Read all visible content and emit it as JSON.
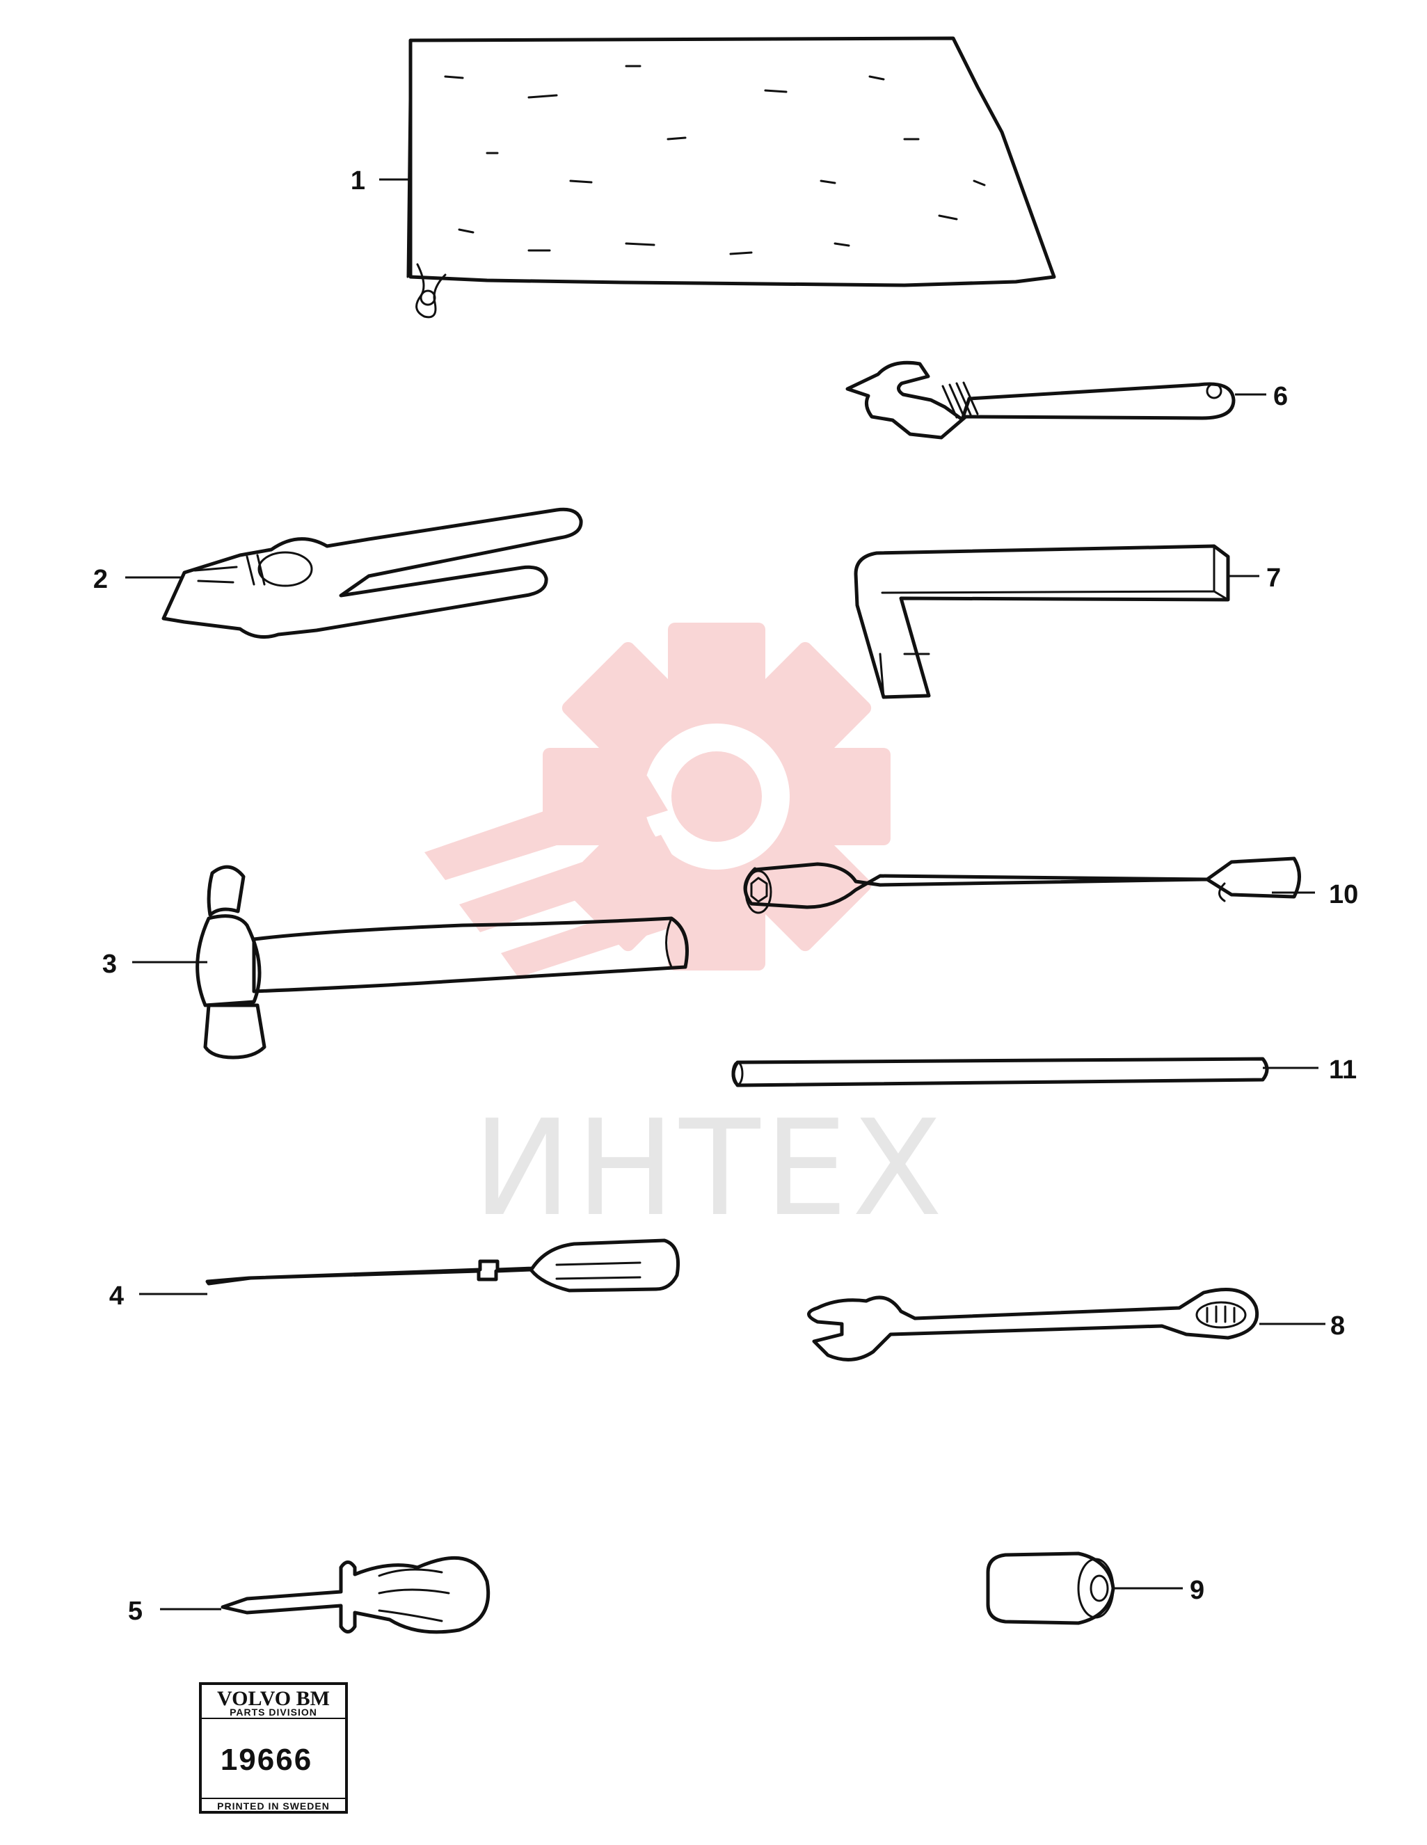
{
  "diagram": {
    "items": [
      {
        "label": "1",
        "part": "bag"
      },
      {
        "label": "2",
        "part": "pliers"
      },
      {
        "label": "3",
        "part": "hammer"
      },
      {
        "label": "4",
        "part": "screwdriver"
      },
      {
        "label": "5",
        "part": "short-screwdriver"
      },
      {
        "label": "6",
        "part": "adjustable-wrench"
      },
      {
        "label": "7",
        "part": "hex-key"
      },
      {
        "label": "8",
        "part": "combination-wrench"
      },
      {
        "label": "9",
        "part": "socket"
      },
      {
        "label": "10",
        "part": "box-spanner"
      },
      {
        "label": "11",
        "part": "tommy-bar"
      }
    ]
  },
  "watermark": {
    "text": "ИНТЕХ",
    "gear_color": "#f9d6d6",
    "text_color": "#e6e6e6"
  },
  "stamp": {
    "brand": "VOLVO BM",
    "division": "PARTS DIVISION",
    "number": "19666",
    "footer": "PRINTED IN SWEDEN"
  }
}
